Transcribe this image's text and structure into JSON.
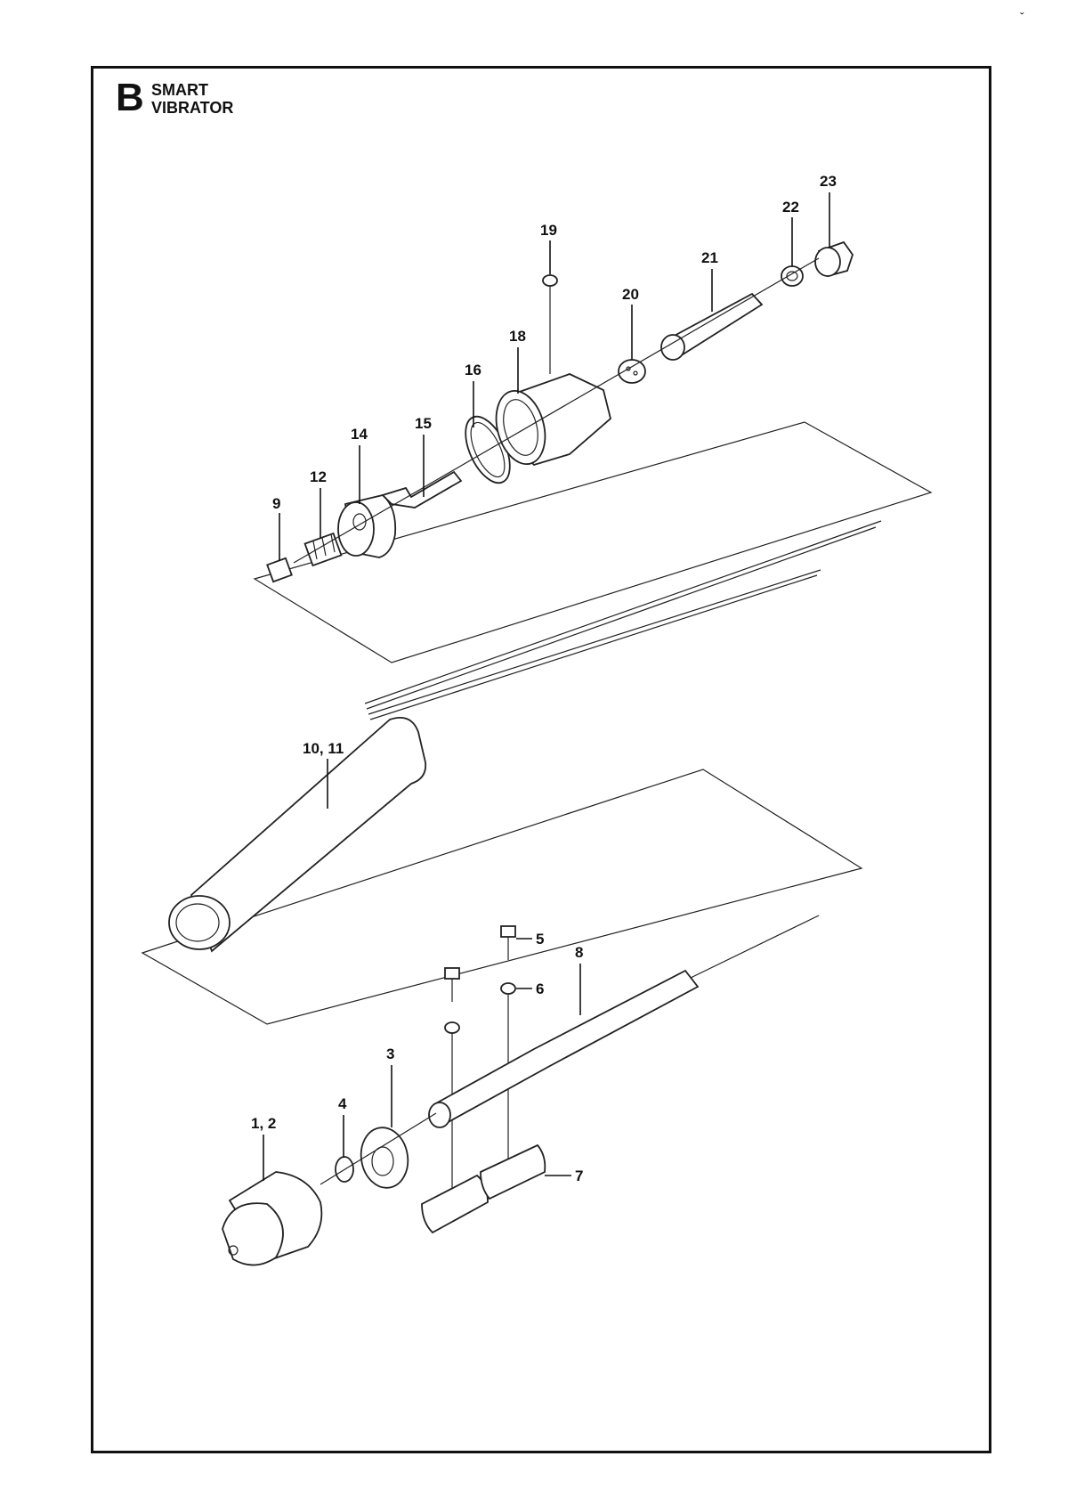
{
  "section": {
    "letter": "B",
    "title_line1": "SMART",
    "title_line2": "VIBRATOR"
  },
  "corner_mark": "ˇ",
  "callouts": {
    "c1_2": "1, 2",
    "c3": "3",
    "c4": "4",
    "c5": "5",
    "c6": "6",
    "c7": "7",
    "c8": "8",
    "c9": "9",
    "c10_11": "10, 11",
    "c12": "12",
    "c14": "14",
    "c15": "15",
    "c16": "16",
    "c18": "18",
    "c19": "19",
    "c20": "20",
    "c21": "21",
    "c22": "22",
    "c23": "23"
  },
  "colors": {
    "ink": "#111111",
    "paper": "#ffffff"
  }
}
